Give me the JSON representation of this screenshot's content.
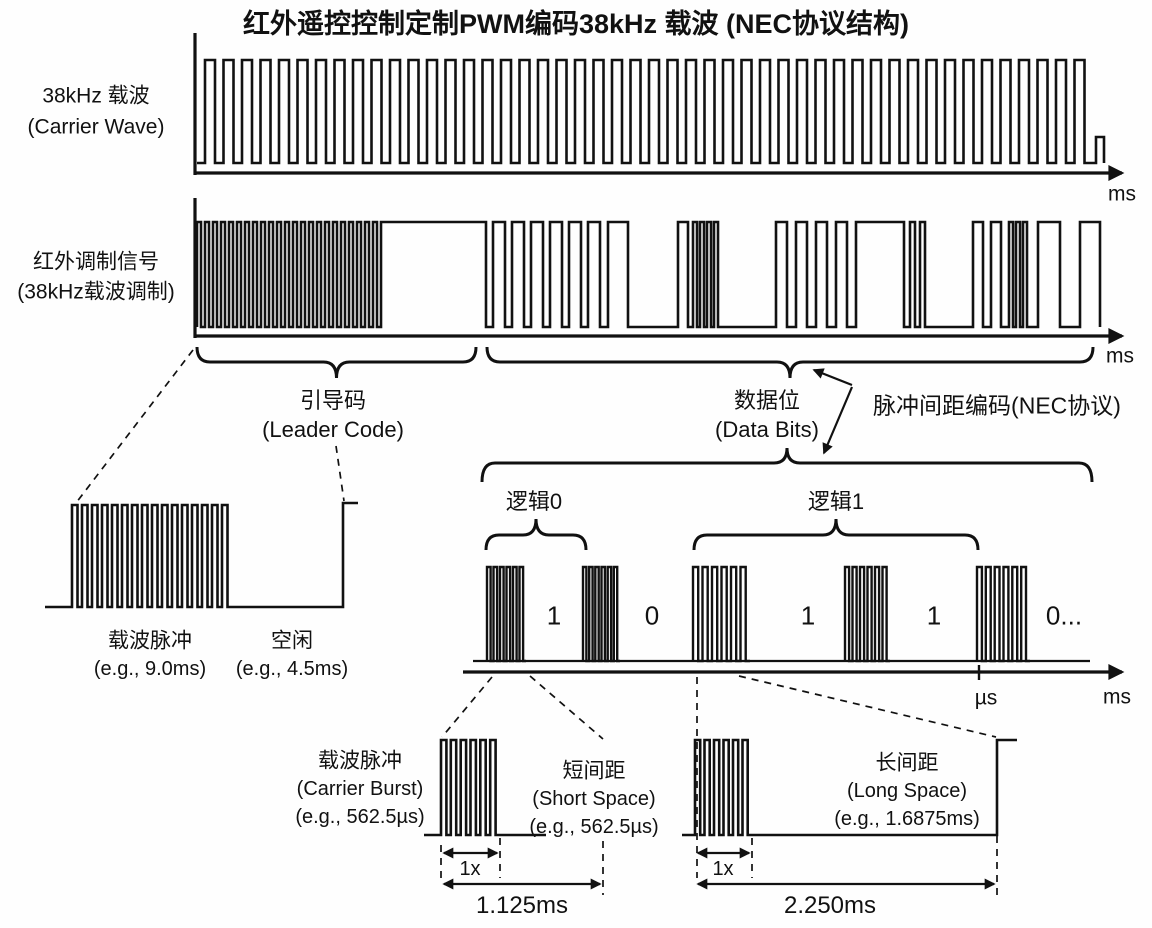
{
  "title": "红外遥控控制定制PWM编码38kHz 载波 (NEC协议结构)",
  "carrier_wave": {
    "label_zh": "38kHz 载波",
    "label_en": "(Carrier Wave)",
    "axis_unit": "ms"
  },
  "modulated_signal": {
    "label_zh": "红外调制信号",
    "label_en": "(38kHz载波调制)",
    "axis_unit": "ms"
  },
  "leader_code": {
    "label_zh": "引导码",
    "label_en": "(Leader Code)",
    "carrier_pulse_zh": "载波脉冲",
    "carrier_pulse_eg": "(e.g., 9.0ms)",
    "idle_zh": "空闲",
    "idle_eg": "(e.g., 4.5ms)"
  },
  "data_bits": {
    "label_zh": "数据位",
    "label_en": "(Data Bits)",
    "encoding_label": "脉冲间距编码(NEC协议)",
    "logic0_label": "逻辑0",
    "logic1_label": "逻辑1",
    "bits": [
      "1",
      "0",
      "1",
      "1",
      "0..."
    ],
    "axis_unit_us": "µs",
    "axis_unit_ms": "ms"
  },
  "carrier_burst": {
    "label_zh": "载波脉冲",
    "label_en": "(Carrier Burst)",
    "example": "(e.g., 562.5µs)"
  },
  "short_space": {
    "label_zh": "短间距",
    "label_en": "(Short Space)",
    "example": "(e.g., 562.5µs)",
    "width_label": "1x",
    "period_label": "1.125ms"
  },
  "long_space": {
    "label_zh": "长间距",
    "label_en": "(Long Space)",
    "example": "(e.g., 1.6875ms)",
    "width_label": "1x",
    "period_label": "2.250ms"
  },
  "colors": {
    "ink": "#111111",
    "background": "#fefefe"
  }
}
